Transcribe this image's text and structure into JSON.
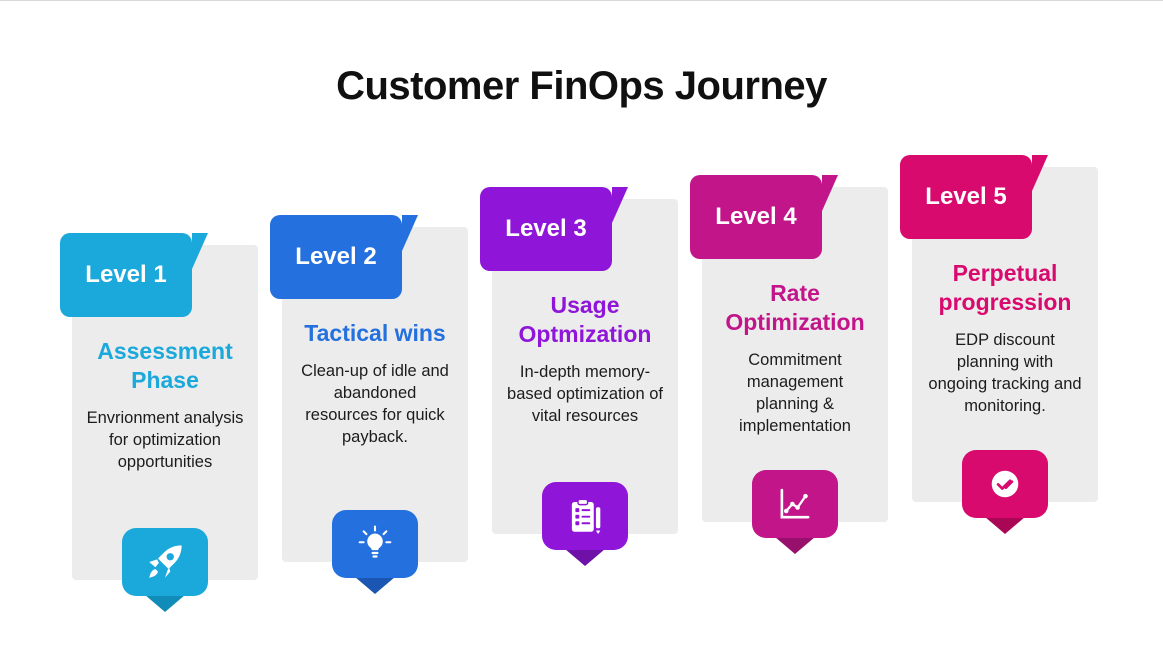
{
  "title": "Customer FinOps Journey",
  "colors": {
    "background": "#ffffff",
    "card_background": "#ECECEC",
    "title_text": "#101010"
  },
  "levels": [
    {
      "badge": "Level 1",
      "title": "Assessment Phase",
      "body": "Envrionment analysis for optimization opportunities",
      "color": "#1BA8DB",
      "icon": "rocket-icon"
    },
    {
      "badge": "Level 2",
      "title": "Tactical wins",
      "body": "Clean-up of idle and abandoned resources for quick payback.",
      "color": "#2470DE",
      "icon": "idea-icon"
    },
    {
      "badge": "Level 3",
      "title": "Usage Optmization",
      "body": "In-depth memory-based optimization of vital resources",
      "color": "#8F16D8",
      "icon": "checklist-icon"
    },
    {
      "badge": "Level 4",
      "title": "Rate Optimization",
      "body": "Commitment management planning & implementation",
      "color": "#C2158A",
      "icon": "line-chart-icon"
    },
    {
      "badge": "Level 5",
      "title": "Perpetual progression",
      "body": "EDP discount planning with ongoing tracking and monitoring.",
      "color": "#D80A6E",
      "icon": "double-check-icon"
    }
  ]
}
